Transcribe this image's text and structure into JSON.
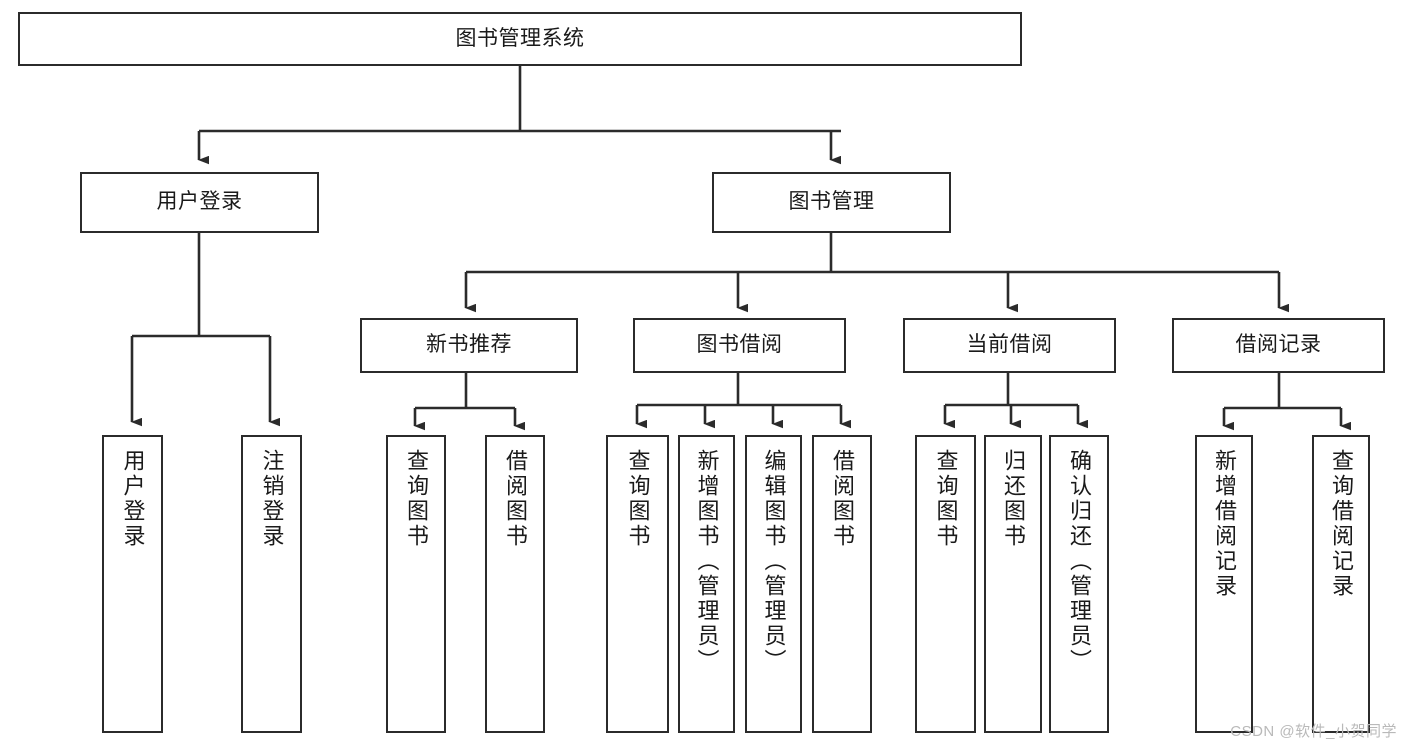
{
  "diagram": {
    "title": "图书管理系统",
    "type": "hierarchy-tree",
    "watermark": "CSDN @软件_小贺同学",
    "colors": {
      "node_border": "#2b2b2b",
      "node_fill": "#ffffff",
      "connector": "#2b2b2b",
      "text": "#1a1a1a",
      "watermark": "#b9b9b9",
      "background": "#ffffff"
    },
    "nodes": {
      "root": {
        "label": "图书管理系统"
      },
      "level2": [
        {
          "label": "用户登录"
        },
        {
          "label": "图书管理"
        }
      ],
      "level3": [
        {
          "label": "新书推荐"
        },
        {
          "label": "图书借阅"
        },
        {
          "label": "当前借阅"
        },
        {
          "label": "借阅记录"
        }
      ],
      "leaves": {
        "user_login": [
          {
            "label": "用户登录"
          },
          {
            "label": "注销登录"
          }
        ],
        "new_book_recommend": [
          {
            "label": "查询图书"
          },
          {
            "label": "借阅图书"
          }
        ],
        "book_borrow": [
          {
            "label": "查询图书"
          },
          {
            "label": "新增图书（管理员）"
          },
          {
            "label": "编辑图书（管理员）"
          },
          {
            "label": "借阅图书"
          }
        ],
        "current_borrow": [
          {
            "label": "查询图书"
          },
          {
            "label": "归还图书"
          },
          {
            "label": "确认归还（管理员）"
          }
        ],
        "borrow_record": [
          {
            "label": "新增借阅记录"
          },
          {
            "label": "查询借阅记录"
          }
        ]
      }
    }
  }
}
